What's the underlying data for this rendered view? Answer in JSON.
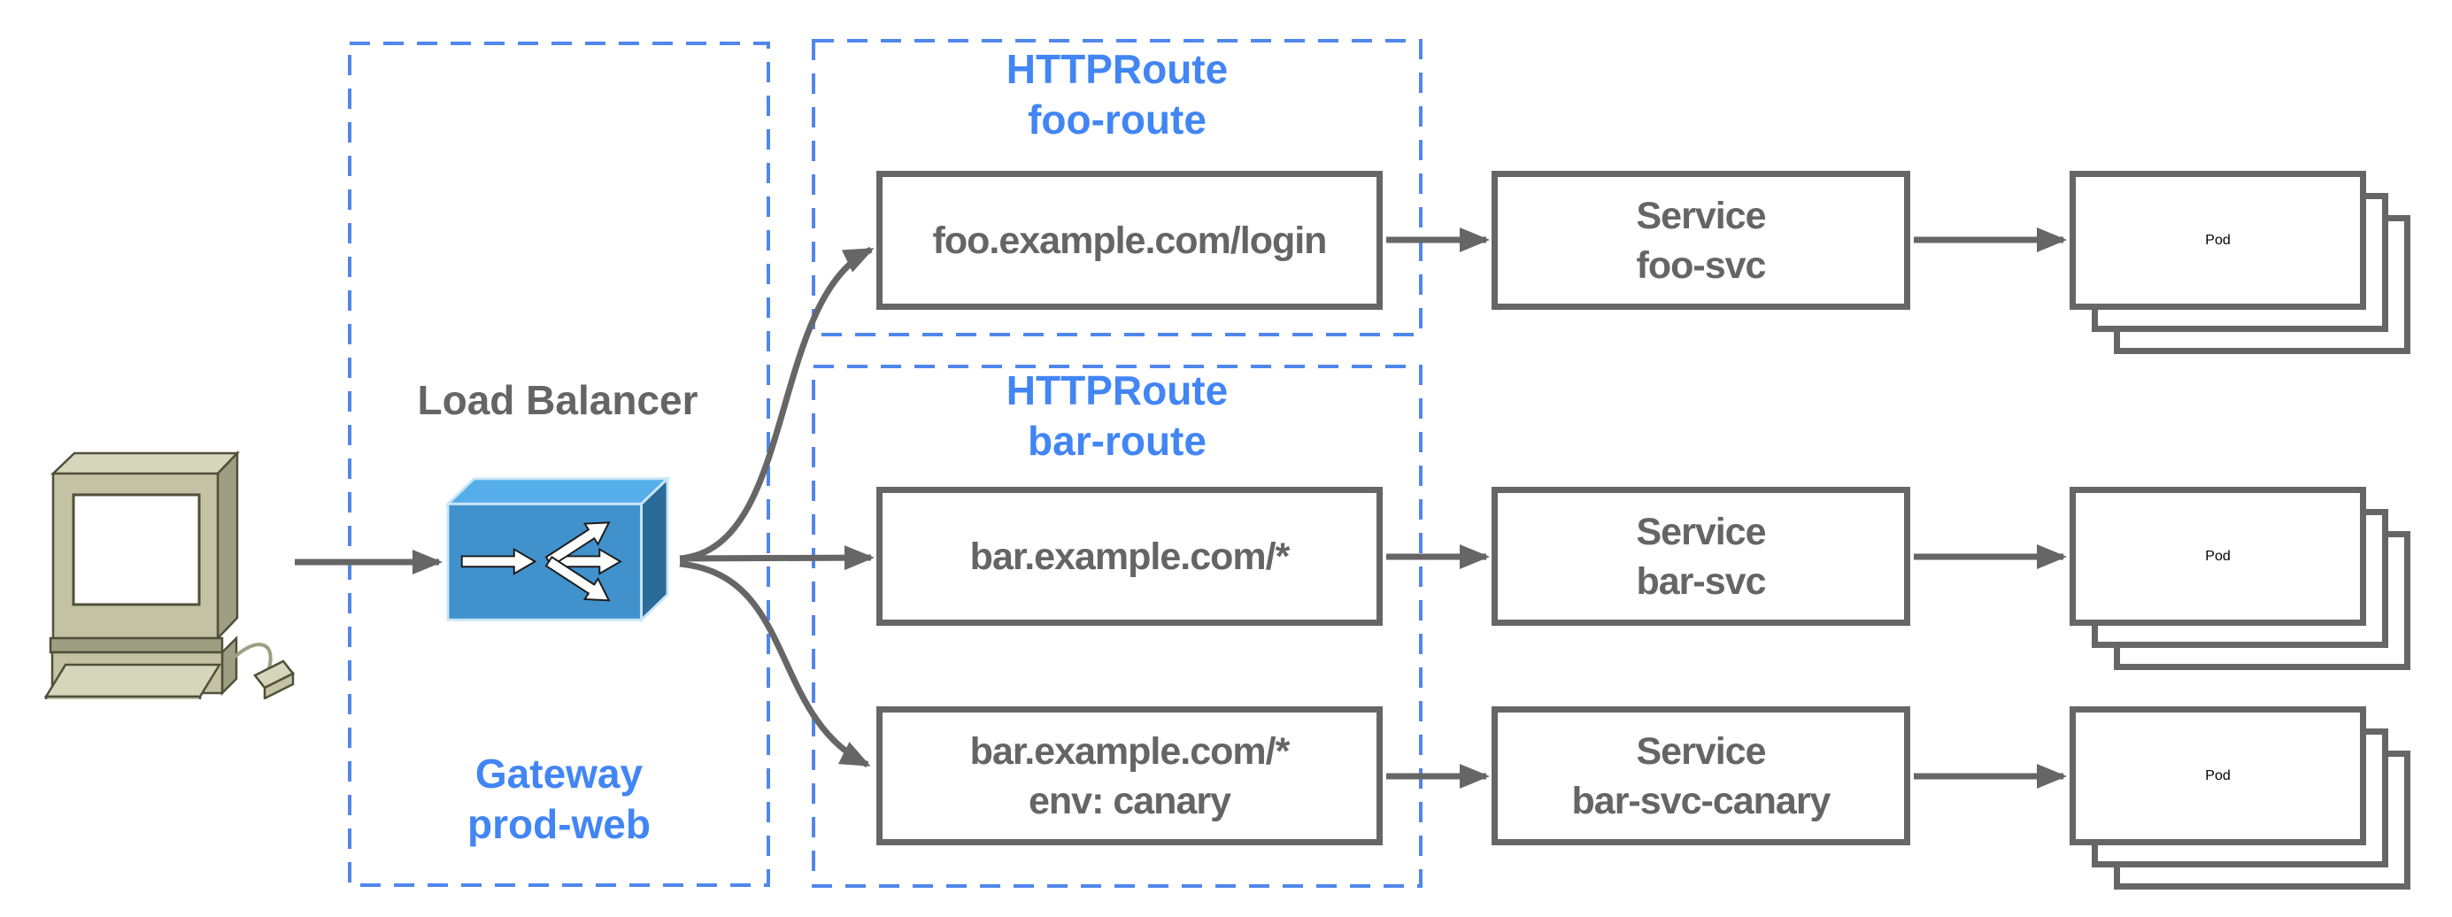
{
  "colors": {
    "blue": "#4285f4",
    "dash_blue": "#4f87ec",
    "line_gray": "#666666",
    "text_gray": "#656565",
    "lb_top": "#55aee9",
    "lb_front": "#4191cc",
    "lb_side": "#2a6b99",
    "lb_edge": "#c9e6f8",
    "pc_base": "#c3c3a4",
    "pc_light": "#d6d6bc",
    "pc_shade": "#9e9e82",
    "pc_dark": "#50503a",
    "screen": "#ffffff",
    "bg": "#ffffff"
  },
  "icons": {
    "client": "desktop-computer-with-mouse-icon",
    "load_balancer": "network-load-balancer-fanout-icon"
  },
  "load_balancer": {
    "label": "Load Balancer"
  },
  "gateway": {
    "kind": "Gateway",
    "name": "prod-web"
  },
  "route_groups": [
    {
      "kind": "HTTPRoute",
      "name": "foo-route"
    },
    {
      "kind": "HTTPRoute",
      "name": "bar-route"
    }
  ],
  "route_rules": [
    {
      "match": "foo.example.com/login"
    },
    {
      "match": "bar.example.com/*"
    },
    {
      "match": "bar.example.com/*",
      "meta": "env: canary"
    }
  ],
  "services": [
    {
      "kind": "Service",
      "name": "foo-svc"
    },
    {
      "kind": "Service",
      "name": "bar-svc"
    },
    {
      "kind": "Service",
      "name": "bar-svc-canary"
    }
  ],
  "pods": [
    {
      "label": "Pod"
    },
    {
      "label": "Pod"
    },
    {
      "label": "Pod"
    }
  ]
}
